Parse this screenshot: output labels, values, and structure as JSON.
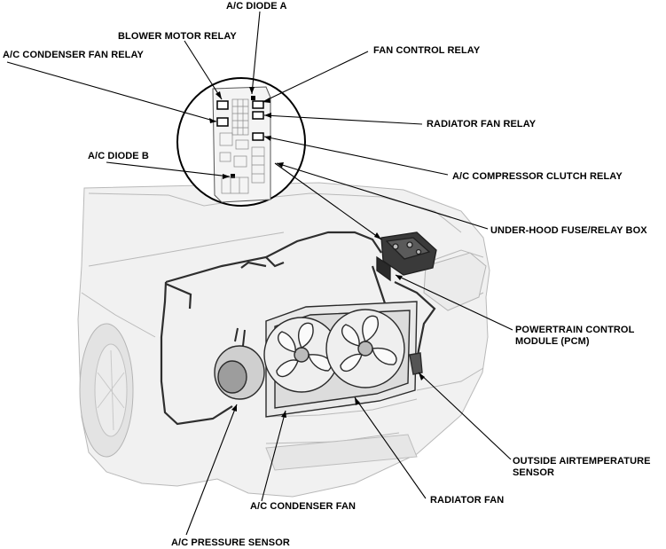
{
  "diagram": {
    "labels": {
      "ac_diode_a": "A/C DIODE A",
      "blower_motor_relay": "BLOWER MOTOR RELAY",
      "ac_condenser_fan_relay": "A/C CONDENSER FAN RELAY",
      "fan_control_relay": "FAN CONTROL RELAY",
      "radiator_fan_relay": "RADIATOR FAN RELAY",
      "ac_diode_b": "A/C DIODE B",
      "ac_compressor_clutch_relay": "A/C COMPRESSOR CLUTCH RELAY",
      "under_hood_fuse_relay_box": "UNDER-HOOD FUSE/RELAY BOX",
      "pcm_line1": "POWERTRAIN CONTROL",
      "pcm_line2": "MODULE (PCM)",
      "oat_line1": "OUTSIDE AIRTEMPERATURE",
      "oat_line2": "SENSOR",
      "radiator_fan": "RADIATOR FAN",
      "ac_condenser_fan": "A/C CONDENSER FAN",
      "ac_pressure_sensor": "A/C PRESSURE SENSOR"
    },
    "colors": {
      "line": "#000000",
      "car_outline": "#b8b8b8",
      "car_fill": "#f1f1f1",
      "component": "#2a2a2a"
    }
  }
}
